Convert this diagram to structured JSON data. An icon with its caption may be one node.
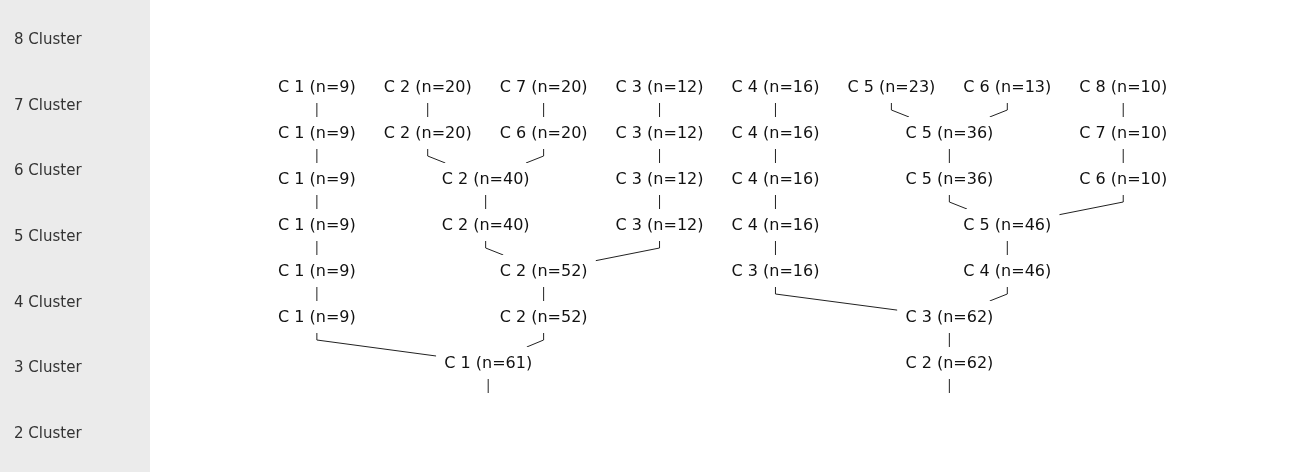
{
  "diagram": {
    "nodes": [
      {
        "text": [
          "C 1 (n=9)"
        ]
      },
      {
        "text": [
          "C 2 (n=20)"
        ]
      },
      {
        "text": [
          "C 3 (n=12)"
        ]
      },
      {
        "text": [
          "C 4 (n=16)"
        ]
      },
      {
        "text": [
          "C 5 (n=23)"
        ]
      },
      {
        "text": [
          "C 6 (n=13)"
        ]
      },
      {
        "text": [
          "C 7 (n=20)"
        ]
      },
      {
        "text": [
          "C 8 (n=10)"
        ]
      },
      {
        "text": [
          "C 1 (n=9)"
        ]
      },
      {
        "text": [
          "C 2 (n=20)"
        ]
      },
      {
        "text": [
          "C 3 (n=12)"
        ]
      },
      {
        "text": [
          "C 4 (n=16)"
        ]
      },
      {
        "text": [
          "C 5 (n=36)"
        ]
      },
      {
        "text": [
          "C 6 (n=20)"
        ]
      },
      {
        "text": [
          "C 7 (n=10)"
        ]
      },
      {
        "text": [
          "C 1 (n=9)"
        ]
      },
      {
        "text": [
          "C 2 (n=40)"
        ]
      },
      {
        "text": [
          "C 3 (n=12)"
        ]
      },
      {
        "text": [
          "C 4 (n=16)"
        ]
      },
      {
        "text": [
          "C 5 (n=36)"
        ]
      },
      {
        "text": [
          "C 6 (n=10)"
        ]
      },
      {
        "text": [
          "C 1 (n=9)"
        ]
      },
      {
        "text": [
          "C 2 (n=40)"
        ]
      },
      {
        "text": [
          "C 3 (n=12)"
        ]
      },
      {
        "text": [
          "C 4 (n=16)"
        ]
      },
      {
        "text": [
          "C 5 (n=46)"
        ]
      },
      {
        "text": [
          "C 1 (n=9)"
        ]
      },
      {
        "text": [
          "C 2 (n=52)"
        ]
      },
      {
        "text": [
          "C 3 (n=16)"
        ]
      },
      {
        "text": [
          "C 4 (n=46)"
        ]
      },
      {
        "text": [
          "C 1 (n=9)"
        ]
      },
      {
        "text": [
          "C 2 (n=52)"
        ]
      },
      {
        "text": [
          "C 3 (n=62)"
        ]
      },
      {
        "text": [
          "C 1 (n=61)"
        ]
      },
      {
        "text": [
          "C 2 (n=62)"
        ]
      }
    ],
    "edges": [
      {
        "from": 0,
        "to": 8,
        "arrow": "none"
      },
      {
        "from": 1,
        "to": 9,
        "arrow": "none"
      },
      {
        "from": 2,
        "to": 10,
        "arrow": "none"
      },
      {
        "from": 3,
        "to": 11,
        "arrow": "none"
      },
      {
        "from": 4,
        "to": 12,
        "arrow": "none"
      },
      {
        "from": 5,
        "to": 12,
        "arrow": "none"
      },
      {
        "from": 6,
        "to": 13,
        "arrow": "none"
      },
      {
        "from": 7,
        "to": 14,
        "arrow": "none"
      },
      {
        "from": 8,
        "to": 15,
        "arrow": "none"
      },
      {
        "from": 9,
        "to": 16,
        "arrow": "none"
      },
      {
        "from": 13,
        "to": 16,
        "arrow": "none"
      },
      {
        "from": 10,
        "to": 17,
        "arrow": "none"
      },
      {
        "from": 11,
        "to": 18,
        "arrow": "none"
      },
      {
        "from": 12,
        "to": 19,
        "arrow": "none"
      },
      {
        "from": 14,
        "to": 20,
        "arrow": "none"
      },
      {
        "from": 15,
        "to": 21,
        "arrow": "none"
      },
      {
        "from": 16,
        "to": 22,
        "arrow": "none"
      },
      {
        "from": 17,
        "to": 23,
        "arrow": "none"
      },
      {
        "from": 18,
        "to": 24,
        "arrow": "none"
      },
      {
        "from": 19,
        "to": 25,
        "arrow": "none"
      },
      {
        "from": 20,
        "to": 25,
        "arrow": "none"
      },
      {
        "from": 21,
        "to": 26,
        "arrow": "none"
      },
      {
        "from": 22,
        "to": 27,
        "arrow": "none"
      },
      {
        "from": 23,
        "to": 27,
        "arrow": "none"
      },
      {
        "from": 24,
        "to": 28,
        "arrow": "none"
      },
      {
        "from": 25,
        "to": 29,
        "arrow": "none"
      },
      {
        "from": 26,
        "to": 30,
        "arrow": "none"
      },
      {
        "from": 27,
        "to": 31,
        "arrow": "none"
      },
      {
        "from": 28,
        "to": 32,
        "arrow": "none"
      },
      {
        "from": 29,
        "to": 32,
        "arrow": "none"
      },
      {
        "from": 30,
        "to": 33,
        "arrow": "none"
      },
      {
        "from": 31,
        "to": 33,
        "arrow": "none"
      },
      {
        "from": 32,
        "to": 34,
        "arrow": "none"
      },
      {
        "from": 33,
        "to": null,
        "arrow": "none"
      },
      {
        "from": 34,
        "to": null,
        "arrow": "none"
      }
    ],
    "labels": [
      "8 Cluster",
      "7 Cluster",
      "6 Cluster",
      "5 Cluster",
      "4 Cluster",
      "3 Cluster",
      "2 Cluster"
    ]
  }
}
